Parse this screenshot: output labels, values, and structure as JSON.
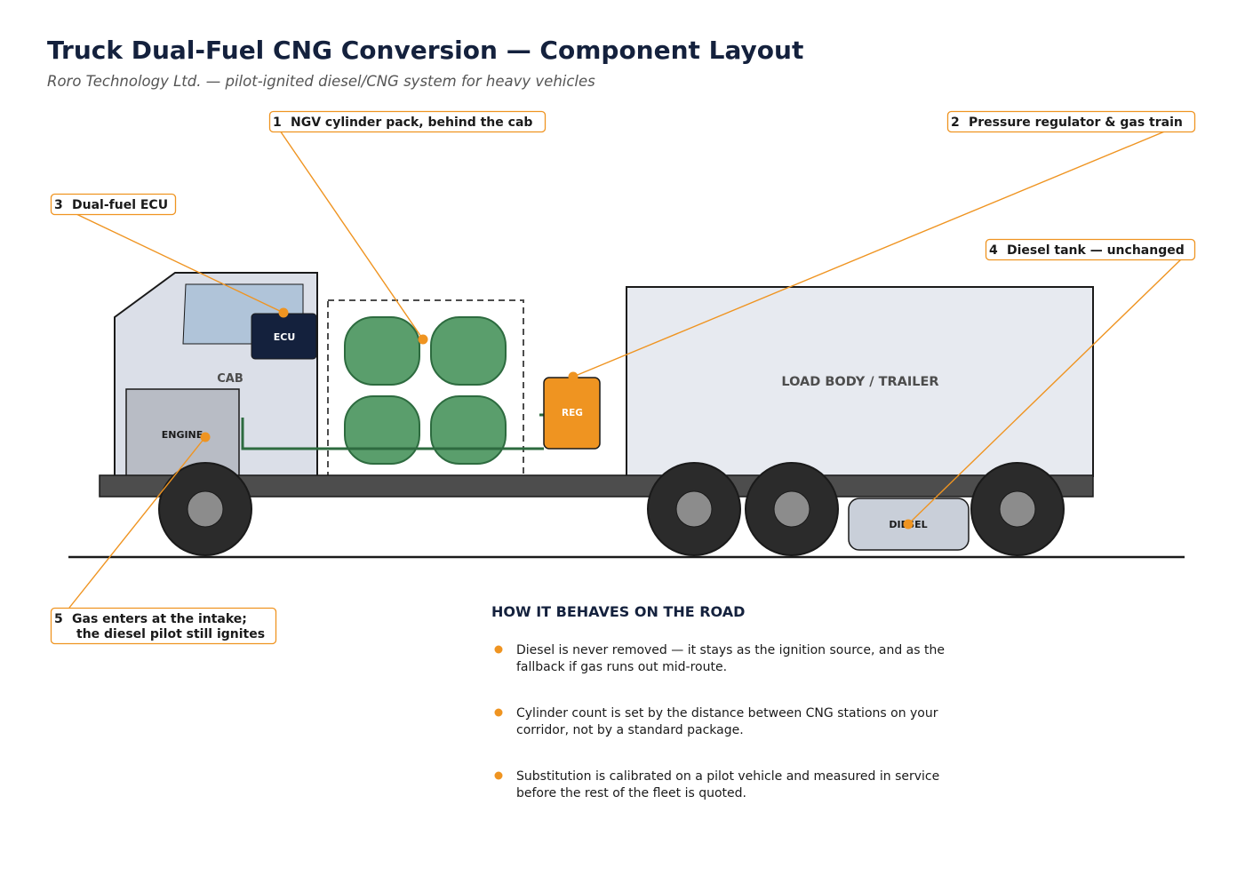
{
  "header": {
    "title": "Truck Dual-Fuel CNG Conversion — Component Layout",
    "subtitle": "Roro Technology Ltd. — pilot-ignited diesel/CNG system for heavy vehicles"
  },
  "components": {
    "cab": "CAB",
    "engine": "ENGINE",
    "ecu": "ECU",
    "regulator": "REG",
    "trailer": "LOAD BODY / TRAILER",
    "diesel_tank": "DIESEL"
  },
  "callouts": [
    {
      "num": "1",
      "lines": [
        "NGV cylinder pack, behind the cab"
      ]
    },
    {
      "num": "2",
      "lines": [
        "Pressure regulator & gas train"
      ]
    },
    {
      "num": "3",
      "lines": [
        "Dual-fuel ECU"
      ]
    },
    {
      "num": "4",
      "lines": [
        "Diesel tank — unchanged"
      ]
    },
    {
      "num": "5",
      "lines": [
        "Gas enters at the intake;",
        "the diesel pilot still ignites"
      ]
    }
  ],
  "road_notes": {
    "title": "HOW IT BEHAVES ON THE ROAD",
    "bullets": [
      [
        "Diesel is never removed — it stays as the ignition source, and as the",
        "fallback if gas runs out mid-route."
      ],
      [
        "Cylinder count is set by the distance between CNG stations on your",
        "corridor, not by a standard package."
      ],
      [
        "Substitution is calibrated on a pilot vehicle and measured in service",
        "before the rest of the fleet is quoted."
      ]
    ]
  },
  "colors": {
    "navy": "#14213d",
    "orange": "#ef9421",
    "cylinder_green": "#5a9e6c",
    "gas_line": "#2d6b3f"
  }
}
